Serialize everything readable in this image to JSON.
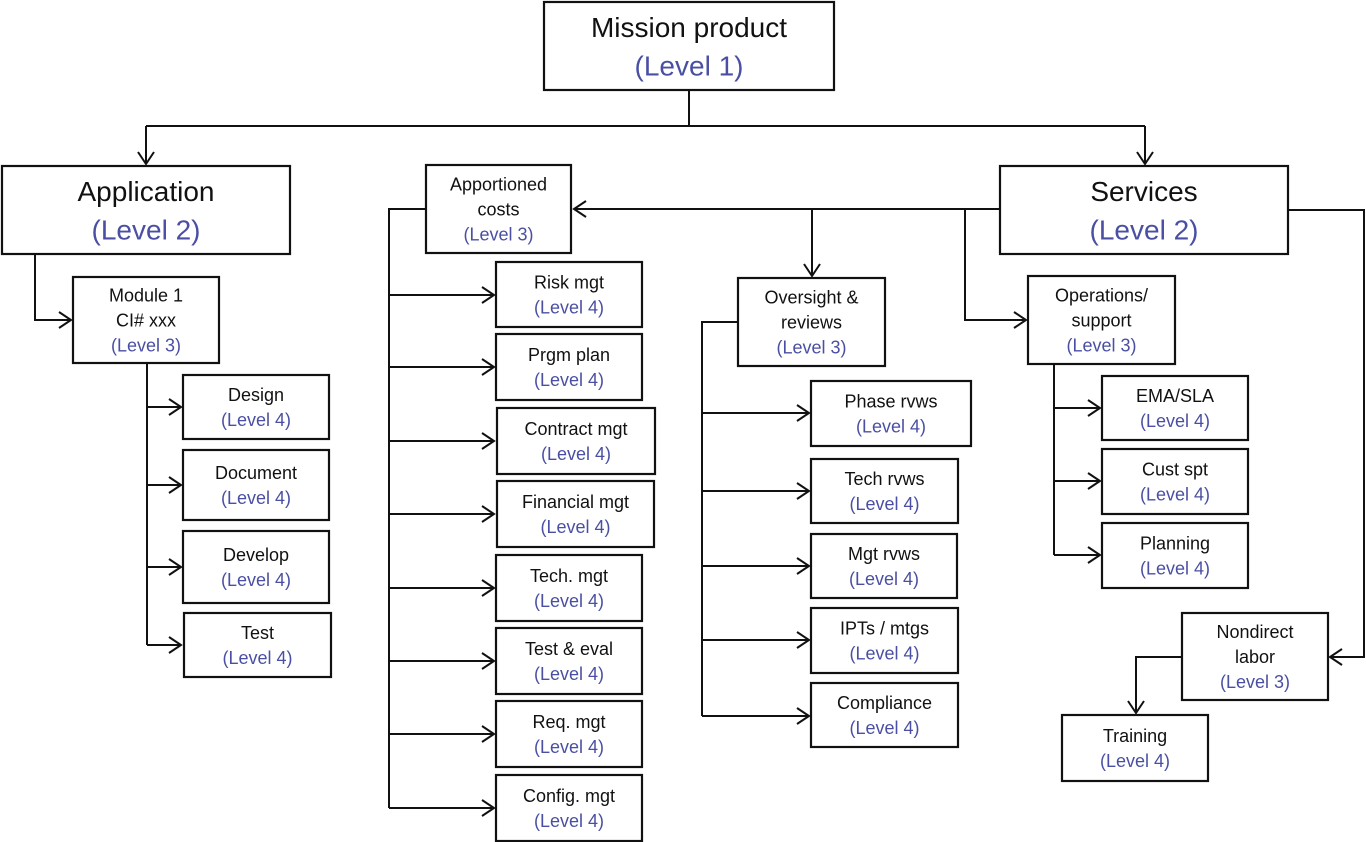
{
  "title": "Mission product work breakdown structure",
  "colors": {
    "text": "#111111",
    "level": "#4a4fa3",
    "border": "#111111"
  },
  "nodes": {
    "mission": {
      "lines": [
        "Mission product"
      ],
      "level": "(Level 1)"
    },
    "application": {
      "lines": [
        "Application"
      ],
      "level": "(Level 2)"
    },
    "services": {
      "lines": [
        "Services"
      ],
      "level": "(Level 2)"
    },
    "module1": {
      "lines": [
        "Module 1",
        "CI# xxx"
      ],
      "level": "(Level 3)"
    },
    "design": {
      "lines": [
        "Design"
      ],
      "level": "(Level 4)"
    },
    "document": {
      "lines": [
        "Document"
      ],
      "level": "(Level 4)"
    },
    "develop": {
      "lines": [
        "Develop"
      ],
      "level": "(Level 4)"
    },
    "test": {
      "lines": [
        "Test"
      ],
      "level": "(Level 4)"
    },
    "apportioned": {
      "lines": [
        "Apportioned",
        "costs"
      ],
      "level": "(Level 3)"
    },
    "risk": {
      "lines": [
        "Risk mgt"
      ],
      "level": "(Level 4)"
    },
    "prgm": {
      "lines": [
        "Prgm plan"
      ],
      "level": "(Level 4)"
    },
    "contract": {
      "lines": [
        "Contract mgt"
      ],
      "level": "(Level 4)"
    },
    "financial": {
      "lines": [
        "Financial mgt"
      ],
      "level": "(Level 4)"
    },
    "tech": {
      "lines": [
        "Tech. mgt"
      ],
      "level": "(Level 4)"
    },
    "testeval": {
      "lines": [
        "Test & eval"
      ],
      "level": "(Level 4)"
    },
    "req": {
      "lines": [
        "Req. mgt"
      ],
      "level": "(Level 4)"
    },
    "config": {
      "lines": [
        "Config. mgt"
      ],
      "level": "(Level 4)"
    },
    "oversight": {
      "lines": [
        "Oversight &",
        "reviews"
      ],
      "level": "(Level 3)"
    },
    "phase": {
      "lines": [
        "Phase rvws"
      ],
      "level": "(Level 4)"
    },
    "techrvws": {
      "lines": [
        "Tech rvws"
      ],
      "level": "(Level 4)"
    },
    "mgtrvws": {
      "lines": [
        "Mgt rvws"
      ],
      "level": "(Level 4)"
    },
    "ipts": {
      "lines": [
        "IPTs / mtgs"
      ],
      "level": "(Level 4)"
    },
    "compliance": {
      "lines": [
        "Compliance"
      ],
      "level": "(Level 4)"
    },
    "operations": {
      "lines": [
        "Operations/",
        "support"
      ],
      "level": "(Level 3)"
    },
    "ema": {
      "lines": [
        "EMA/SLA"
      ],
      "level": "(Level 4)"
    },
    "cust": {
      "lines": [
        "Cust spt"
      ],
      "level": "(Level 4)"
    },
    "planning": {
      "lines": [
        "Planning"
      ],
      "level": "(Level 4)"
    },
    "nondirect": {
      "lines": [
        "Nondirect",
        "labor"
      ],
      "level": "(Level 3)"
    },
    "training": {
      "lines": [
        "Training"
      ],
      "level": "(Level 4)"
    }
  },
  "edges": [
    [
      "mission",
      "application"
    ],
    [
      "mission",
      "services"
    ],
    [
      "application",
      "module1"
    ],
    [
      "module1",
      "design"
    ],
    [
      "module1",
      "document"
    ],
    [
      "module1",
      "develop"
    ],
    [
      "module1",
      "test"
    ],
    [
      "services",
      "apportioned"
    ],
    [
      "services",
      "oversight"
    ],
    [
      "services",
      "operations"
    ],
    [
      "services",
      "nondirect"
    ],
    [
      "apportioned",
      "risk"
    ],
    [
      "apportioned",
      "prgm"
    ],
    [
      "apportioned",
      "contract"
    ],
    [
      "apportioned",
      "financial"
    ],
    [
      "apportioned",
      "tech"
    ],
    [
      "apportioned",
      "testeval"
    ],
    [
      "apportioned",
      "req"
    ],
    [
      "apportioned",
      "config"
    ],
    [
      "oversight",
      "phase"
    ],
    [
      "oversight",
      "techrvws"
    ],
    [
      "oversight",
      "mgtrvws"
    ],
    [
      "oversight",
      "ipts"
    ],
    [
      "oversight",
      "compliance"
    ],
    [
      "operations",
      "ema"
    ],
    [
      "operations",
      "cust"
    ],
    [
      "operations",
      "planning"
    ],
    [
      "nondirect",
      "training"
    ]
  ]
}
